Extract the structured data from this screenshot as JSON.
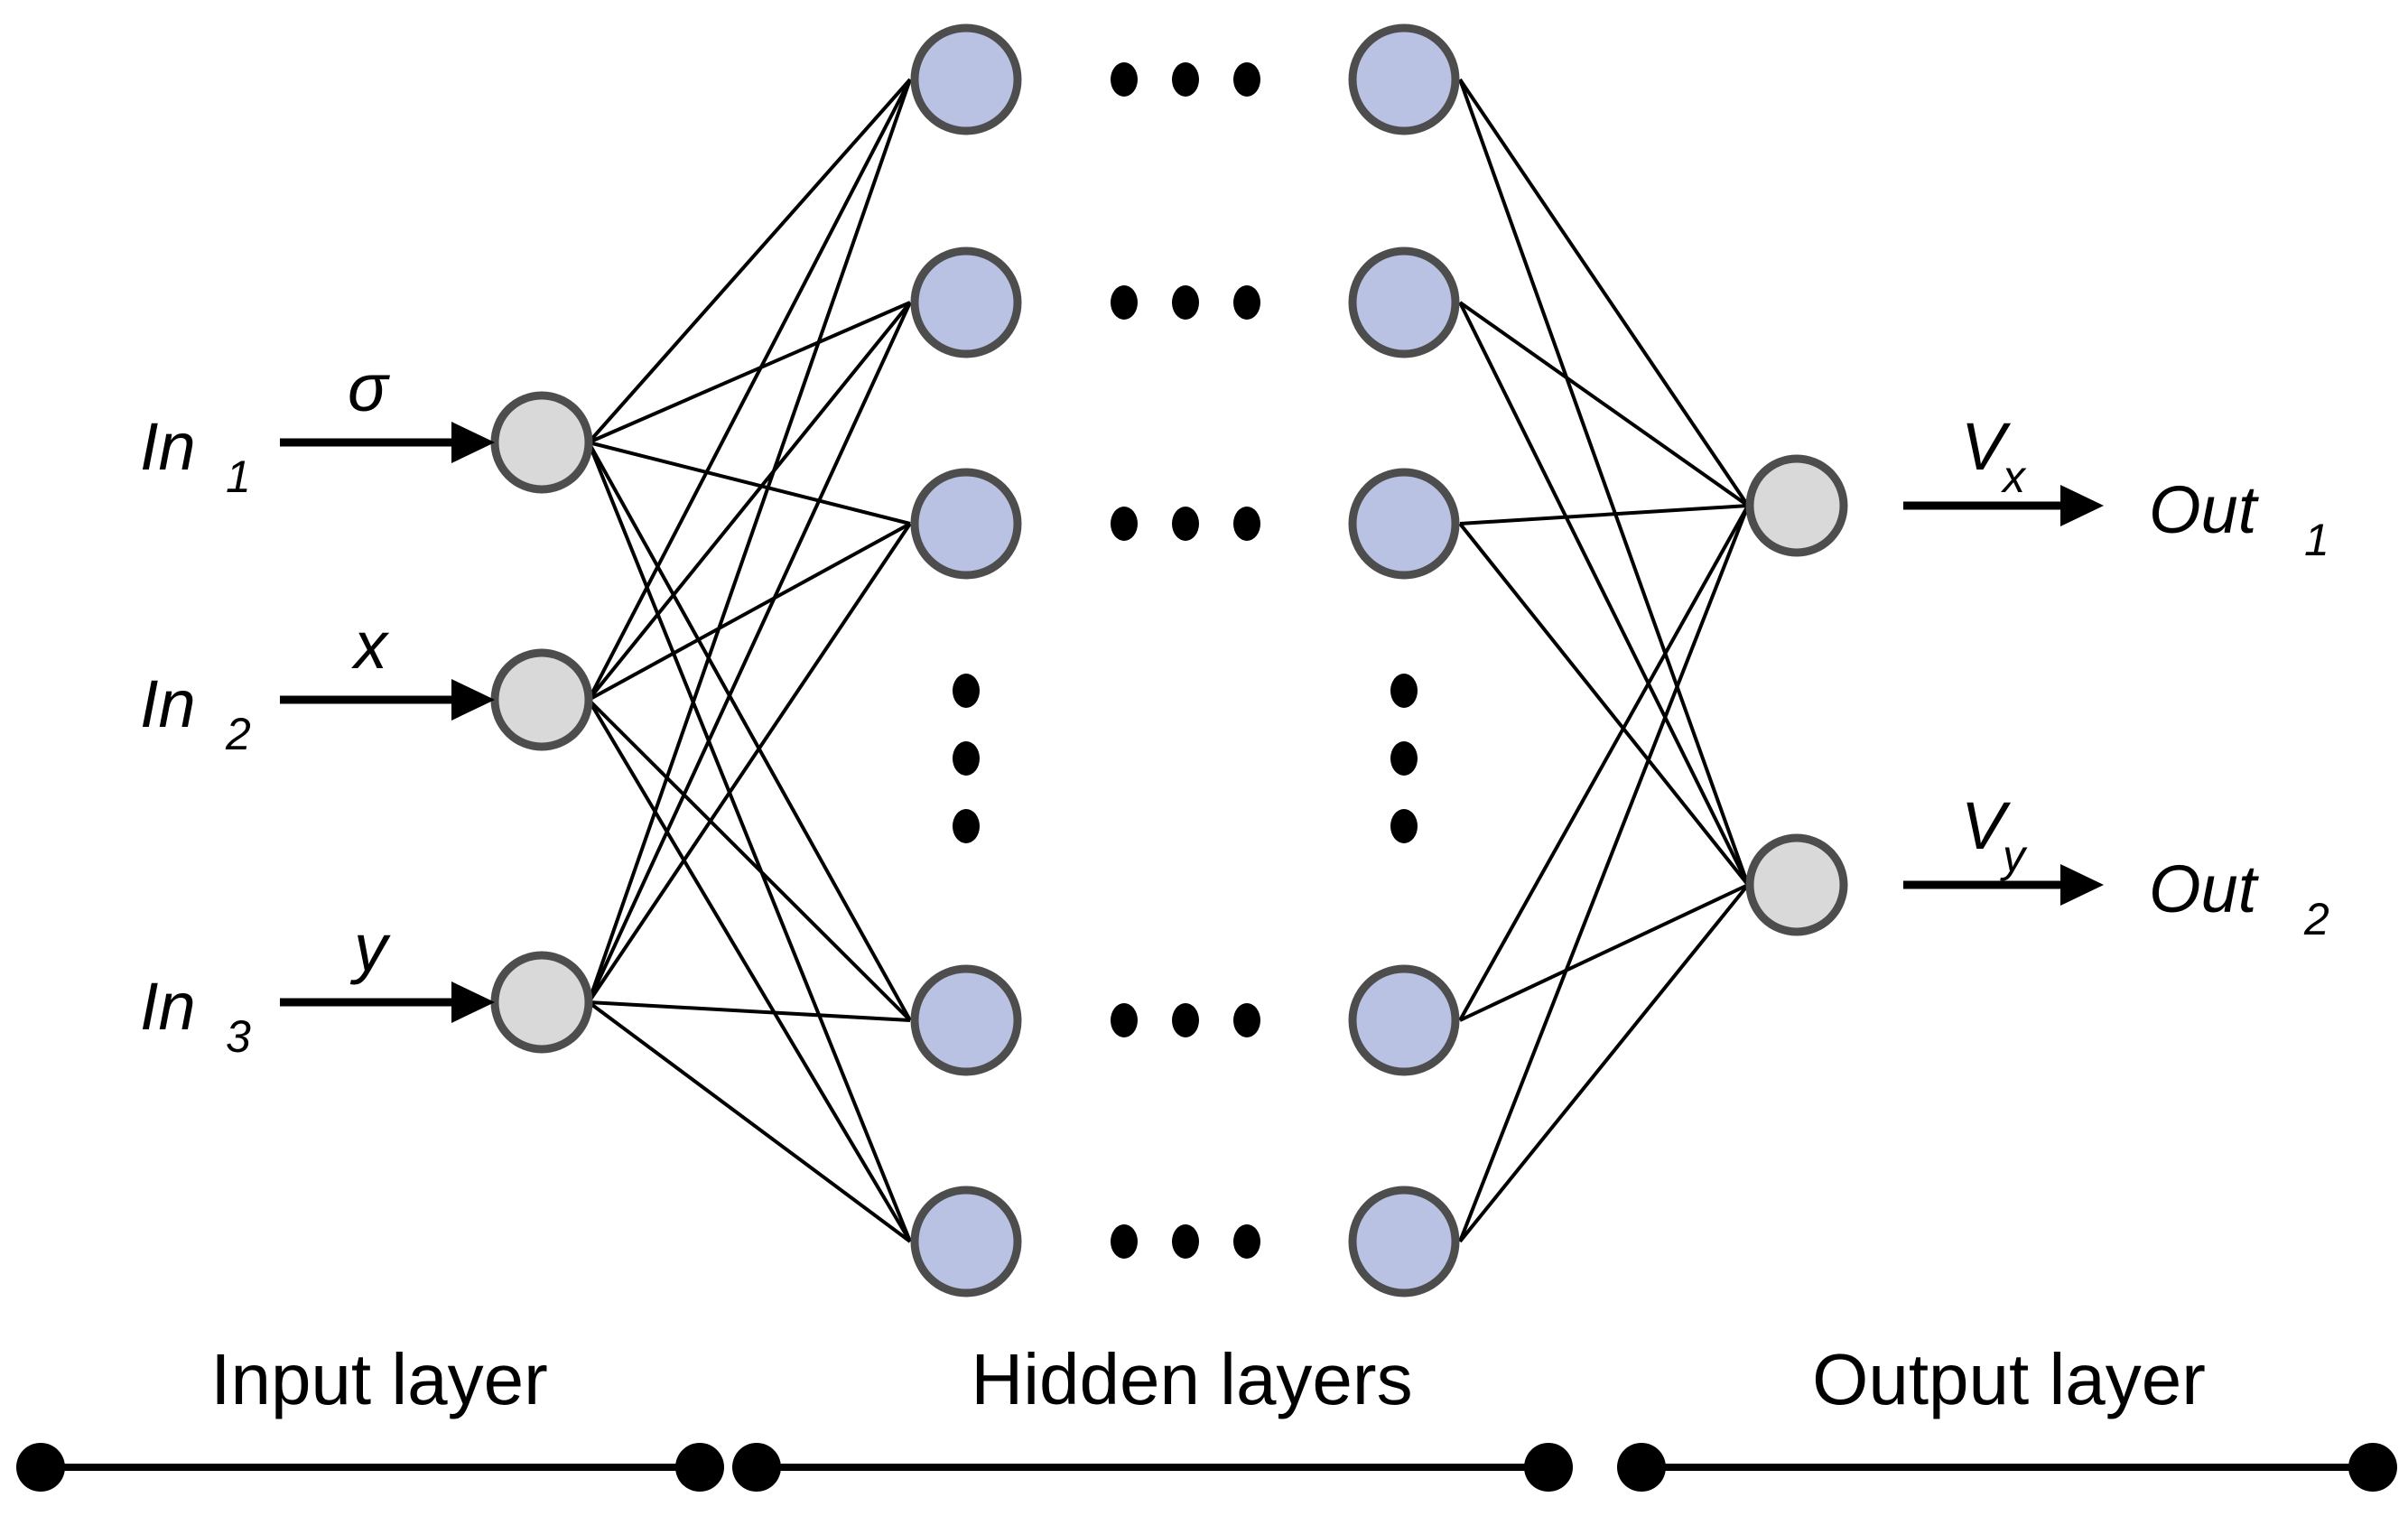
{
  "figure": {
    "type": "neural-network-architecture-diagram",
    "background_color": "#ffffff",
    "node_colors": {
      "input_output_fill": "#d9d9d9",
      "hidden_fill": "#b9c2e2",
      "node_stroke": "#4d4d4d",
      "edge_stroke": "#000000"
    }
  },
  "input_layer": {
    "label": "Input layer",
    "nodes": [
      {
        "name": "In",
        "sub": "1",
        "signal": "σ"
      },
      {
        "name": "In",
        "sub": "2",
        "signal": "x"
      },
      {
        "name": "In",
        "sub": "3",
        "signal": "y"
      }
    ]
  },
  "hidden_layer": {
    "label": "Hidden layers",
    "columns": 2,
    "visible_nodes_per_column": 5,
    "vertical_ellipsis": "⋮",
    "horizontal_ellipsis": "⋯"
  },
  "output_layer": {
    "label": "Output layer",
    "nodes": [
      {
        "name": "Out",
        "sub": "1",
        "signal": "V",
        "signal_sub": "x"
      },
      {
        "name": "Out",
        "sub": "2",
        "signal": "V",
        "signal_sub": "y"
      }
    ]
  },
  "labels": {
    "in1": "In",
    "in1_sub": "1",
    "in2": "In",
    "in2_sub": "2",
    "in3": "In",
    "in3_sub": "3",
    "sig1": "σ",
    "sig2": "x",
    "sig3": "y",
    "out1": "Out",
    "out1_sub": "1",
    "out2": "Out",
    "out2_sub": "2",
    "v1": "V",
    "v1_sub": "x",
    "v2": "V",
    "v2_sub": "y",
    "input_layer": "Input layer",
    "hidden_layers": "Hidden layers",
    "output_layer": "Output layer"
  }
}
